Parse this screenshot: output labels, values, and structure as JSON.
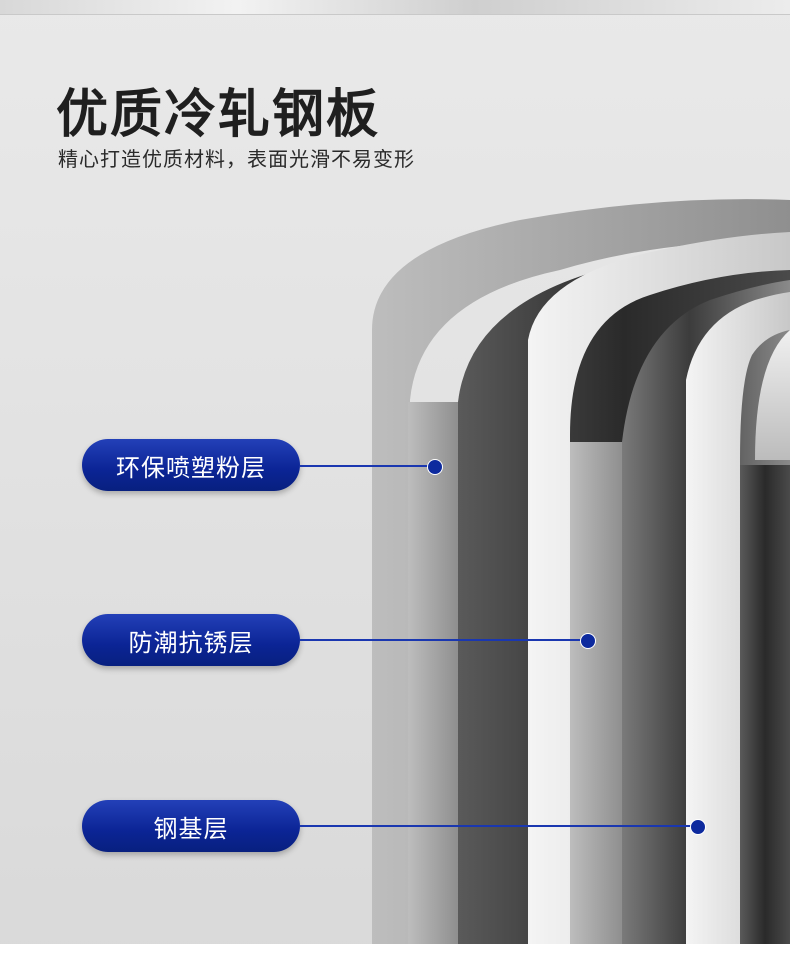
{
  "heading": {
    "title": "优质冷轧钢板",
    "subtitle": "精心打造优质材料，表面光滑不易变形"
  },
  "callouts": [
    {
      "label": "环保喷塑粉层"
    },
    {
      "label": "防潮抗锈层"
    },
    {
      "label": "钢基层"
    }
  ],
  "colors": {
    "accent": "#0b2495",
    "title_text": "#1f1f1f",
    "background": "#e6e6e6"
  }
}
